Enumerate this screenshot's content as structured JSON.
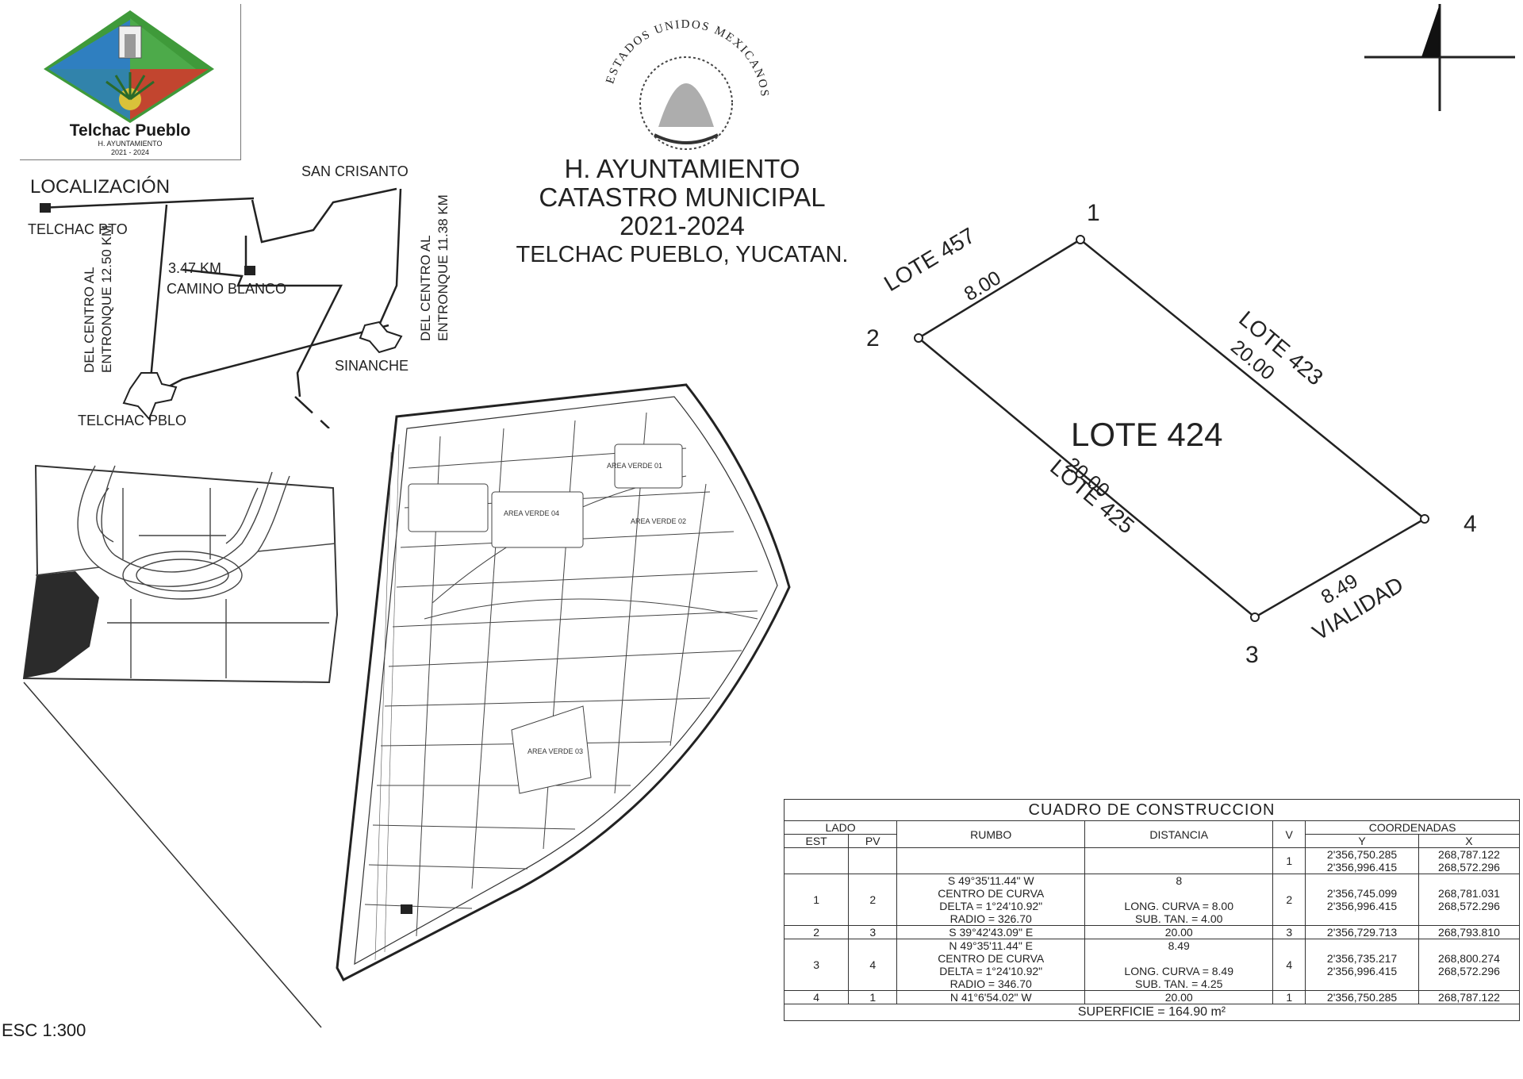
{
  "logo": {
    "name": "Telchac Pueblo",
    "line1": "H. AYUNTAMIENTO",
    "line2": "2021 - 2024"
  },
  "seal": {
    "text": "ESTADOS UNIDOS MEXICANOS"
  },
  "header": {
    "line1": "H. AYUNTAMIENTO",
    "line2": "CATASTRO MUNICIPAL",
    "line3": "2021-2024",
    "line4": "TELCHAC PUEBLO, YUCATAN."
  },
  "location": {
    "title": "LOCALIZACIÓN",
    "telchac_pto": "TELCHAC PTO",
    "san_crisanto": "SAN CRISANTO",
    "distance": "3.47 KM",
    "camino_blanco": "CAMINO BLANCO",
    "sinanche": "SINANCHE",
    "telchac_pblo": "TELCHAC PBLO",
    "road_left": [
      "DEL CENTRO AL",
      "ENTRONQUE 12.50 KM"
    ],
    "road_right": [
      "DEL CENTRO AL",
      "ENTRONQUE 11.38 KM"
    ]
  },
  "subdivision": {
    "area_labels": [
      "AREA VERDE 04",
      "AREA VERDE 01",
      "AREA VERDE 02",
      "AREA VERDE 03"
    ]
  },
  "lot": {
    "name": "LOTE 424",
    "vertices": [
      "1",
      "2",
      "3",
      "4"
    ],
    "neighbors": {
      "nw": "LOTE 457",
      "ne": "LOTE 423",
      "sw": "LOTE 425",
      "se": "VIALIDAD"
    },
    "sides": {
      "s12": "8.00",
      "s14": "20.00",
      "s23": "20.00",
      "s34": "8.49"
    }
  },
  "construction_table": {
    "title": "CUADRO DE CONSTRUCCION",
    "headers": {
      "lado": "LADO",
      "est": "EST",
      "pv": "PV",
      "rumbo": "RUMBO",
      "distancia": "DISTANCIA",
      "v": "V",
      "coordenadas": "COORDENADAS",
      "y": "Y",
      "x": "X"
    },
    "rows": [
      {
        "est": "",
        "pv": "",
        "rumbo": "",
        "distancia": "",
        "v": "1",
        "y": "2'356,750.285\n2'356,996.415",
        "x": "268,787.122\n268,572.296"
      },
      {
        "est": "1",
        "pv": "2",
        "rumbo": "S 49°35'11.44\" W\nCENTRO DE CURVA\nDELTA = 1°24'10.92\"\nRADIO = 326.70",
        "distancia": "8\n\nLONG. CURVA = 8.00\nSUB. TAN. = 4.00",
        "v": "2",
        "y": "2'356,745.099\n2'356,996.415",
        "x": "268,781.031\n268,572.296"
      },
      {
        "est": "2",
        "pv": "3",
        "rumbo": "S 39°42'43.09\" E",
        "distancia": "20.00",
        "v": "3",
        "y": "2'356,729.713",
        "x": "268,793.810"
      },
      {
        "est": "3",
        "pv": "4",
        "rumbo": "N 49°35'11.44\" E\nCENTRO DE CURVA\nDELTA = 1°24'10.92\"\nRADIO = 346.70",
        "distancia": "8.49\n\nLONG. CURVA = 8.49\nSUB. TAN. = 4.25",
        "v": "4",
        "y": "2'356,735.217\n2'356,996.415",
        "x": "268,800.274\n268,572.296"
      },
      {
        "est": "4",
        "pv": "1",
        "rumbo": "N 41°6'54.02\" W",
        "distancia": "20.00",
        "v": "1",
        "y": "2'356,750.285",
        "x": "268,787.122"
      }
    ],
    "superficie": "SUPERFICIE = 164.90 m²"
  },
  "scale": "ESC 1:300",
  "colors": {
    "ink": "#1a1a1a",
    "logo_green": "#3f9a3a",
    "logo_blue": "#2f7fc0",
    "logo_red": "#c2452f",
    "logo_yellow": "#d9c23a"
  }
}
